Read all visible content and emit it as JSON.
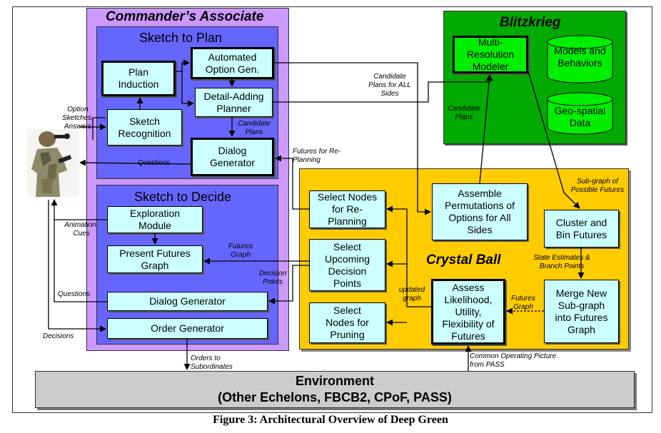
{
  "caption": "Figure 3: Architectural Overview of Deep Green",
  "commanders_associate": {
    "title": "Commander’s Associate",
    "sketch_to_plan": {
      "title": "Sketch to Plan",
      "plan_induction": "Plan Induction",
      "automated_option_gen": "Automated Option Gen.",
      "detail_adding_planner": "Detail-Adding Planner",
      "sketch_recognition": "Sketch Recognition",
      "dialog_generator": "Dialog Generator"
    },
    "sketch_to_decide": {
      "title": "Sketch to Decide",
      "exploration_module": "Exploration Module",
      "present_futures_graph": "Present Futures Graph",
      "dialog_generator": "Dialog Generator",
      "order_generator": "Order Generator"
    }
  },
  "blitzkrieg": {
    "title": "Blitzkrieg",
    "multi_resolution_modeler": "Multi-Resolution Modeler",
    "models_and_behaviors": "Models and Behaviors",
    "geo_spatial_data": "Geo-spatial Data"
  },
  "crystal_ball": {
    "title": "Crystal Ball",
    "select_nodes_replanning": "Select Nodes for Re-Planning",
    "select_upcoming_decision_points": "Select Upcoming Decision Points",
    "select_nodes_pruning": "Select Nodes for Pruning",
    "assemble_permutations": "Assemble Permutations of Options for All Sides",
    "assess_likelihood": "Assess Likelihood, Utility, Flexibility of Futures",
    "cluster_and_bin": "Cluster and Bin Futures",
    "merge_new_subgraph": "Merge New Sub-graph into Futures Graph"
  },
  "environment": {
    "title": "Environment",
    "subtitle": "(Other Echelons, FBCB2, CPoF, PASS)"
  },
  "labels": {
    "option_sketches": "Option Sketches, Answers",
    "questions_top": "Questions",
    "animation_cues": "Animation, Cues",
    "questions_bottom": "Questions",
    "decisions": "Decisions",
    "candidate_plans_small": "Candidate Plans",
    "candidate_plans_all_sides": "Candidate Plans for ALL Sides",
    "candidate_plans_blitz": "Candidate Plans",
    "futures_for_replanning": "Futures for Re-Planning",
    "futures_graph_left": "Futures Graph",
    "decision_points": "Decision Points",
    "updated_graph": "updated graph",
    "futures_graph_right": "Futures Graph",
    "subgraph_possible_futures": "Sub-graph of Possible Futures",
    "state_estimates": "State Estimates & Branch Points",
    "orders_to_subordinates": "Orders to Subordinates",
    "common_operating_picture": "Common Operating Picture from PASS"
  },
  "colors": {
    "commanders_associate": "#cc99ff",
    "sketch_panels": "#6666ff",
    "blitzkrieg": "#00aa00",
    "crystal_ball": "#ffcc00",
    "box_fill": "#ccffff",
    "environment": "#cccccc"
  },
  "icons": {
    "soldier": "soldier-figure-icon"
  }
}
